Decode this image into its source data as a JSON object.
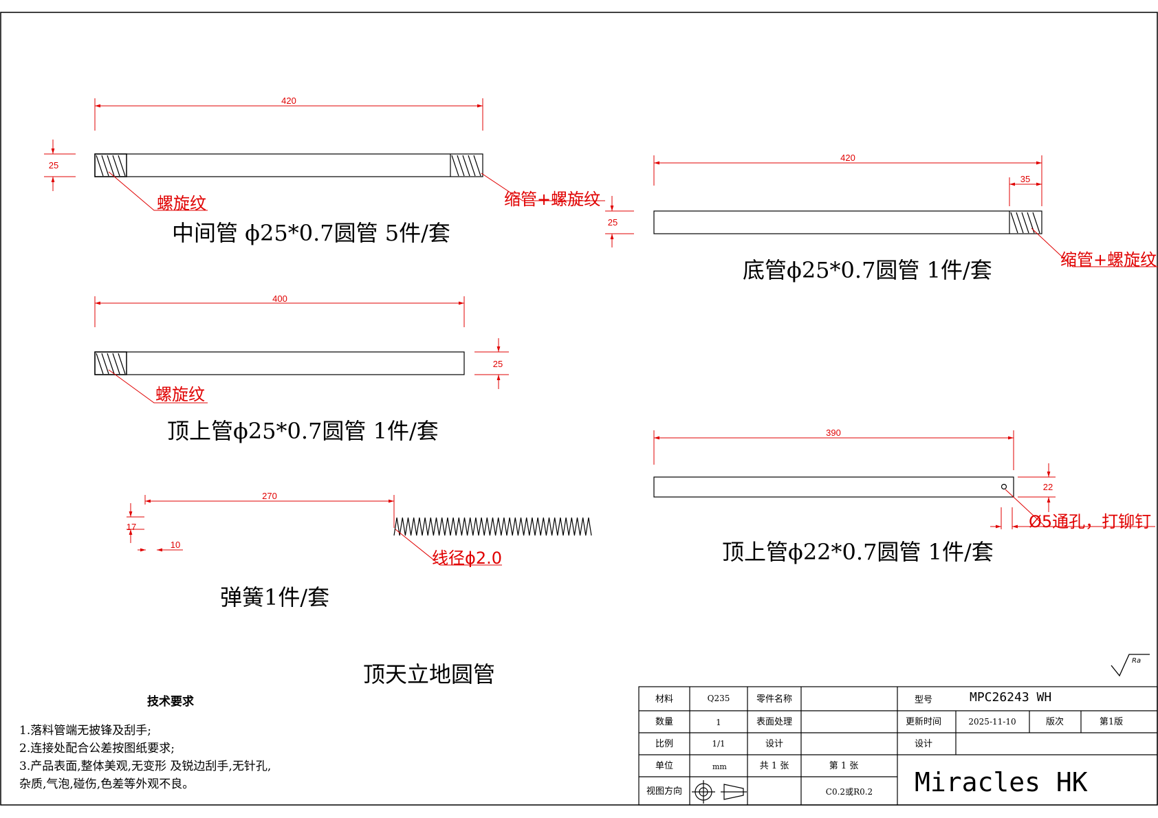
{
  "title": "顶天立地圆管",
  "parts": {
    "middle": {
      "label": "中间管 ϕ25*0.7圆管 5件/套",
      "length": "420",
      "diameter": "25",
      "note_left": "螺旋纹",
      "note_right": "缩管+螺旋纹"
    },
    "bottom": {
      "label": "底管ϕ25*0.7圆管 1件/套",
      "length": "420",
      "end_length": "35",
      "diameter": "25",
      "note_right": "缩管+螺旋纹"
    },
    "top_a": {
      "label": "顶上管ϕ25*0.7圆管 1件/套",
      "length": "400",
      "diameter": "25",
      "note_left": "螺旋纹"
    },
    "top_b": {
      "label": "顶上管ϕ22*0.7圆管 1件/套",
      "length": "390",
      "diameter": "22",
      "hole": "Ø5通孔，打铆钉"
    },
    "spring": {
      "label": "弹簧1件/套",
      "length": "270",
      "height": "17",
      "pitch": "10",
      "wire": "线径ϕ2.0"
    }
  },
  "tech": {
    "title": "技术要求",
    "lines": [
      "1.落料管端无披锋及刮手;",
      "2.连接处配合公差按图纸要求;",
      "3.产品表面,整体美观,无变形 及锐边刮手,无针孔,",
      "杂质,气泡,碰伤,色差等外观不良。"
    ]
  },
  "roughness": "Ra",
  "title_block": {
    "material_label": "材料",
    "material_value": "Q235",
    "part_name_label": "零件名称",
    "part_name_value": "",
    "model_label": "型号",
    "model_value": "MPC26243 WH",
    "qty_label": "数量",
    "qty_value": "1",
    "surface_label": "表面处理",
    "surface_value": "",
    "update_label": "更新时间",
    "update_value": "2025-11-10",
    "version_label": "版次",
    "version_value": "第1版",
    "scale_label": "比例",
    "scale_value": "1/1",
    "design_label": "设计",
    "design_value": "",
    "design2_label": "设计",
    "design2_value": "",
    "unit_label": "单位",
    "unit_value": "mm",
    "sheets_total": "共 1 张",
    "sheet_no": "第 1 张",
    "view_label": "视图方向",
    "chamfer": "C0.2或R0.2",
    "company": "Miracles HK"
  }
}
